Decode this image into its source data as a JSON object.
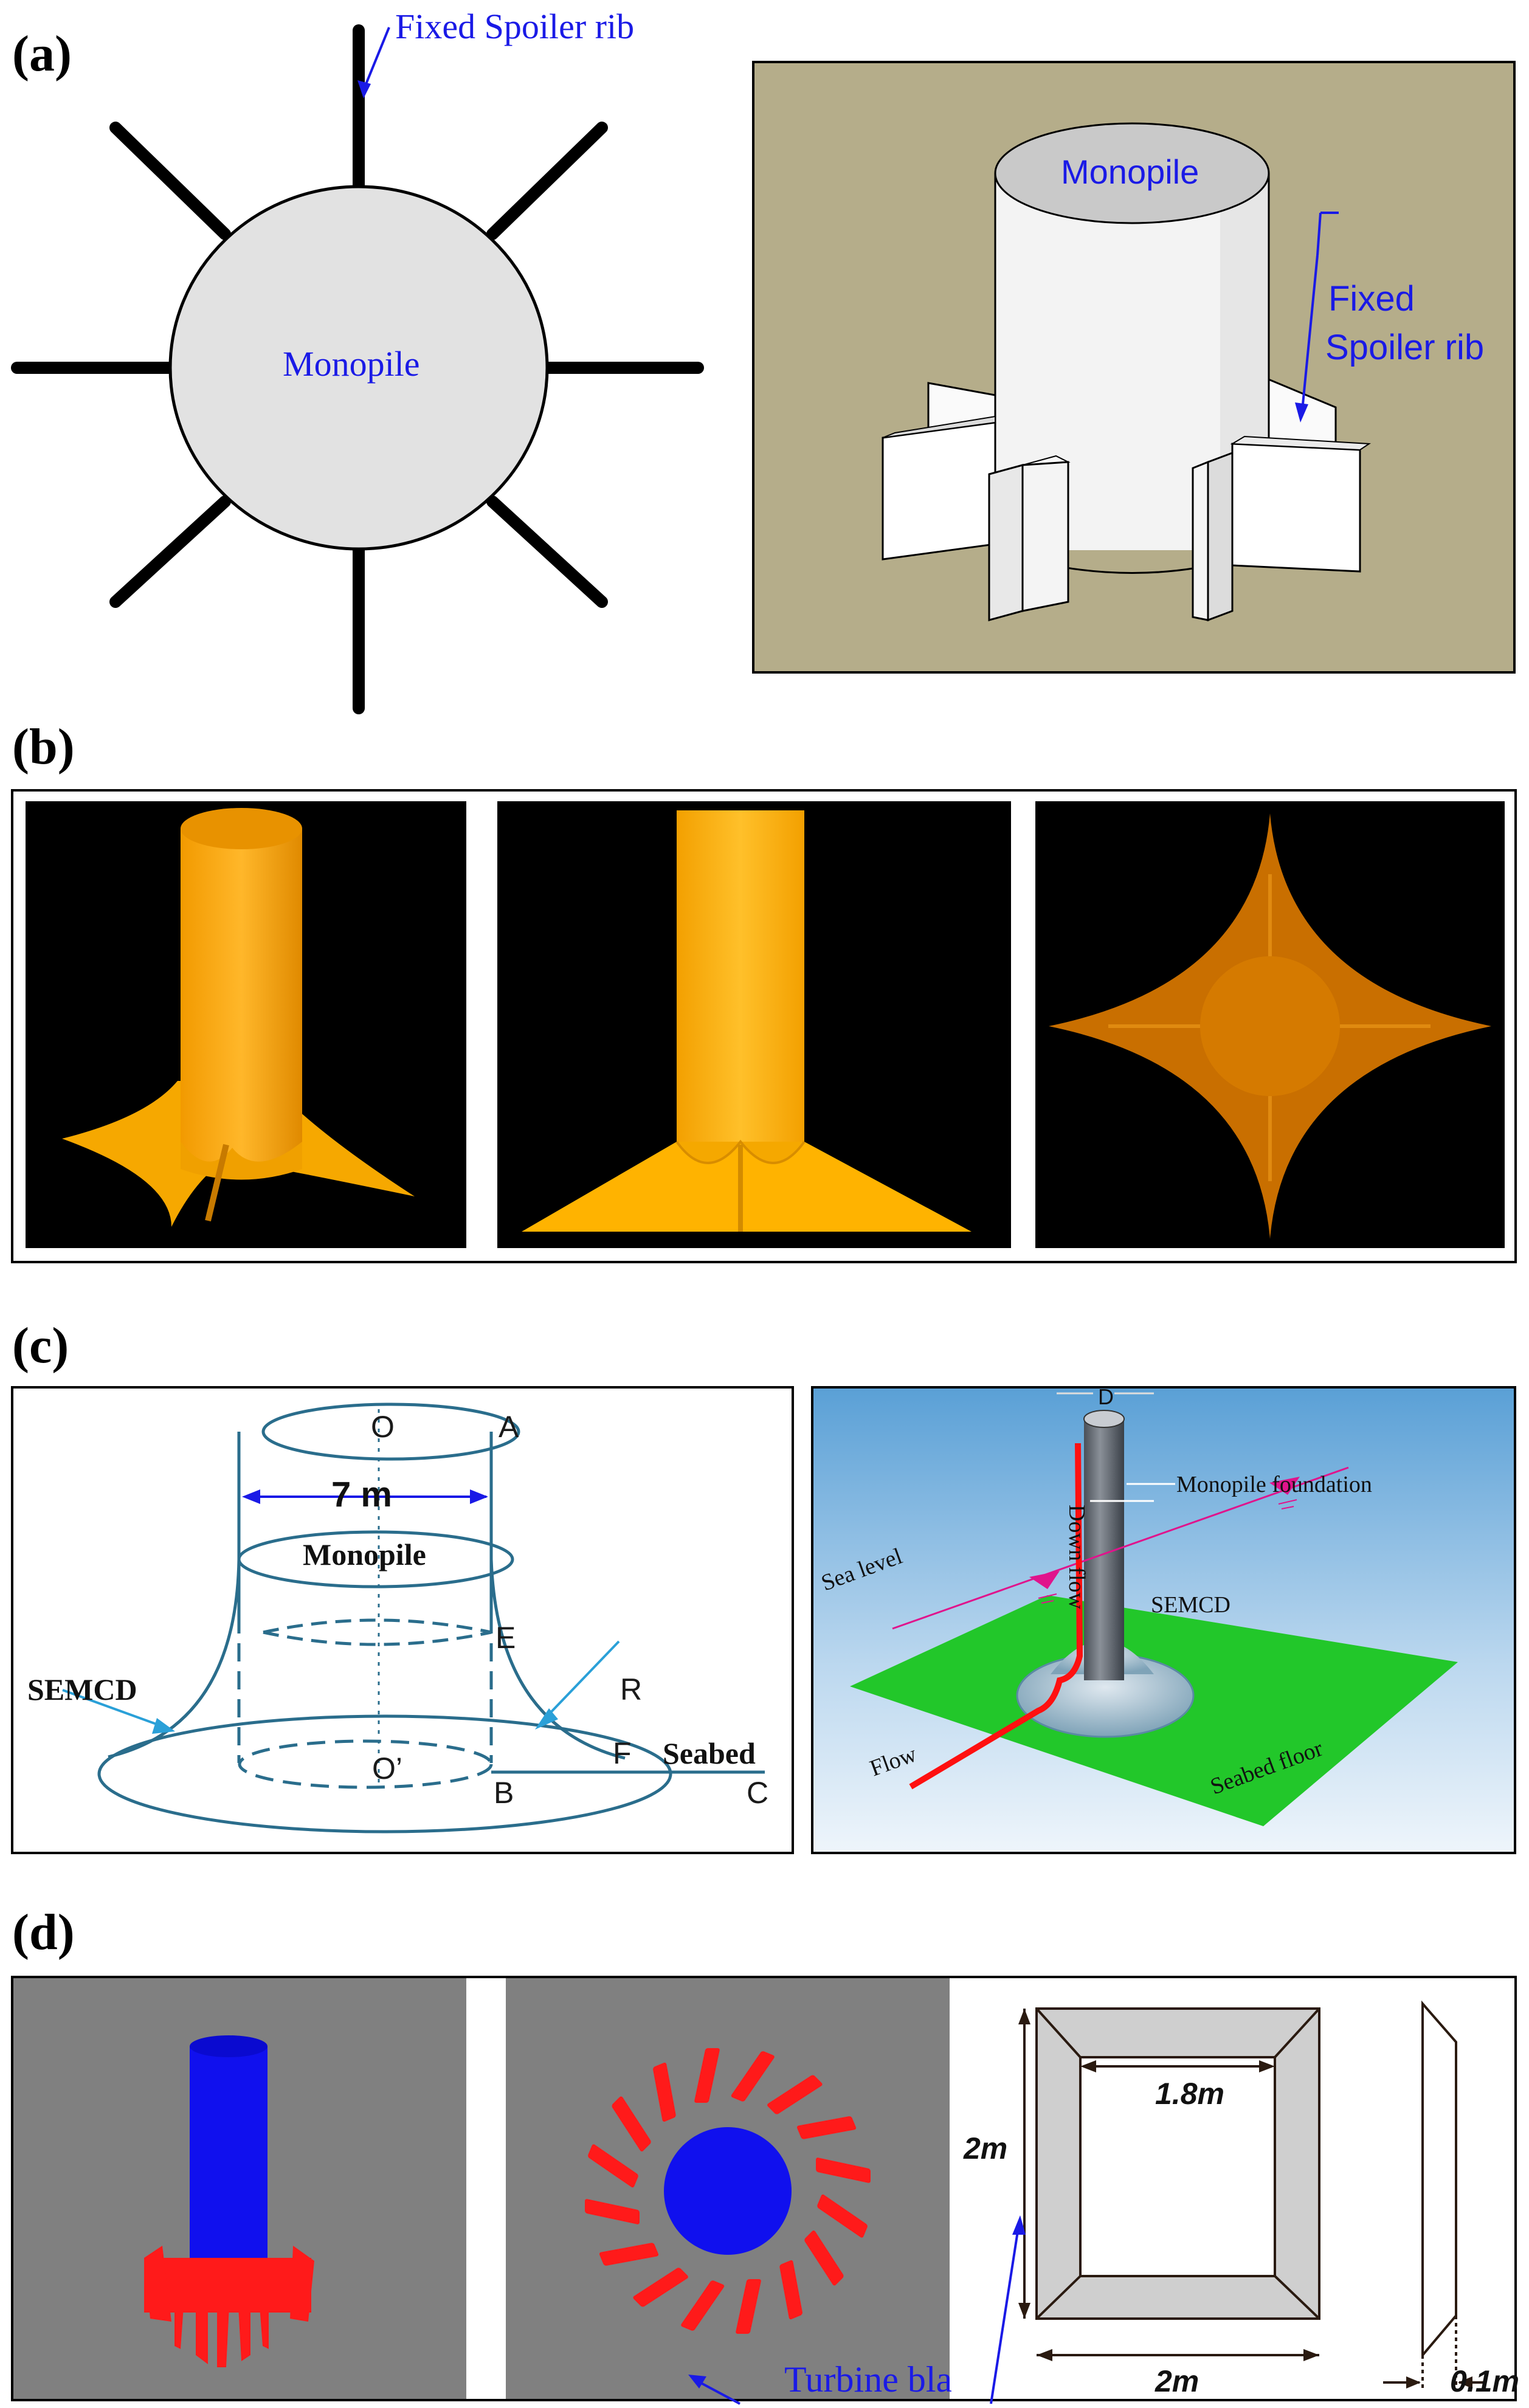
{
  "panels": {
    "a": {
      "label": "(a)",
      "top_view": {
        "rib_label": "Fixed Spoiler rib",
        "pile_label": "Monopile"
      },
      "iso_view": {
        "pile_label": "Monopile",
        "rib_label_line1": "Fixed",
        "rib_label_line2": "Spoiler rib"
      }
    },
    "b": {
      "label": "(b)"
    },
    "c": {
      "label": "(c)",
      "left": {
        "point_O": "O",
        "point_A": "A",
        "dim": "7 m",
        "pile_label": "Monopile",
        "point_E": "E",
        "point_R": "R",
        "semcd": "SEMCD",
        "point_F": "F",
        "seabed": "Seabed",
        "point_O2": "O’",
        "point_B": "B",
        "point_C": "C"
      },
      "right": {
        "d": "D",
        "monopile_foundation": "Monopile foundation",
        "sea_level": "Sea level",
        "down_flow": "Down flow",
        "semcd": "SEMCD",
        "flow": "Flow",
        "seabed_floor": "Seabed floor"
      }
    },
    "d": {
      "label": "(d)",
      "dim_inner": "1.8m",
      "dim_height": "2m",
      "dim_width": "2m",
      "dim_thickness": "0.1m",
      "turbine_label": "Turbine blade"
    }
  },
  "colors": {
    "annotation_blue": "#1a1ae6",
    "pile_gray": "#e2e2e2",
    "khaki_bg": "#b5ad8a",
    "orange": "#f5a400",
    "dark_cyan": "#2a6d8c",
    "green_floor": "#22c72a",
    "red_blade": "#ff1a1a",
    "blue_pile": "#1010ee",
    "gray_bg": "#808080",
    "magenta": "#e0148c"
  }
}
